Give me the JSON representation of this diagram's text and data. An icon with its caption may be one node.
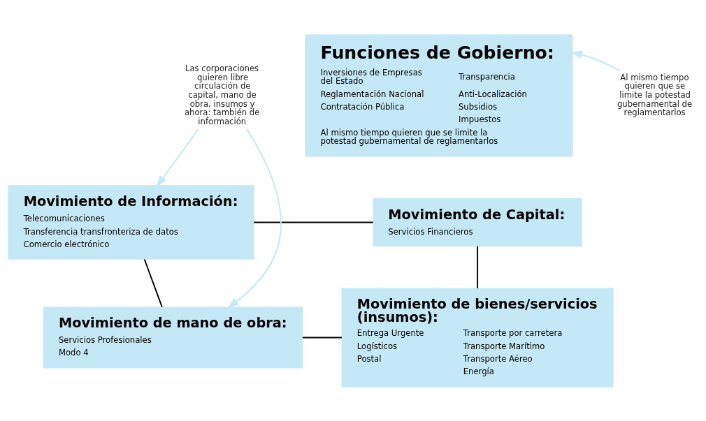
{
  "diagram": {
    "nodes": [
      {
        "text": [
          "Movimiento de Información:",
          "Telecomunicaciones",
          "Transferencia transfronteriza de datos",
          "Comercio electrónico"
        ]
      },
      {
        "text": [
          "Movimiento de Capital:",
          "Servicios Financieros"
        ]
      },
      {
        "text": [
          "Funciones de Gobierno:",
          "Inversiones de Empresas del Estado",
          "Reglamentación Nacional",
          "Contratación Pública",
          "Transparencia",
          "Anti-Localización",
          "Subsidios",
          "Impuestos",
          "Al mismo tiempo quieren que se limite la potestad gubernamental de reglamentarlos"
        ]
      },
      {
        "text": [
          "Las corporaciones quieren libre circulación de capital, mano de obra, insumos y ahora: también de información"
        ]
      },
      {
        "text": [
          "Al mismo tiempo quieren que se limite la potestad gubernamental de reglamentarlos"
        ]
      },
      {
        "text": [
          "Movimiento de mano de obra:",
          "Servicios Profesionales",
          "Modo 4"
        ]
      },
      {
        "text": [
          "Movimiento de bienes/servicios (insumos):",
          "Entrega Urgente",
          "Logísticos",
          "Postal",
          "Transporte por carretera",
          "Transporte Marítimo",
          "Transporte Aéreo",
          "Energía"
        ]
      }
    ],
    "edges": [
      {
        "from": 0,
        "to": 1,
        "arrow": "none"
      },
      {
        "from": 0,
        "to": 5,
        "arrow": "none"
      },
      {
        "from": 1,
        "to": 6,
        "arrow": "none"
      },
      {
        "from": 5,
        "to": 6,
        "arrow": "none"
      },
      {
        "from": 3,
        "to": 0,
        "arrow": "to",
        "color": "#c5e8f7"
      },
      {
        "from": 3,
        "to": 5,
        "arrow": "to",
        "color": "#c5e8f7"
      },
      {
        "from": 4,
        "to": 2,
        "arrow": "to",
        "color": "#c5e8f7"
      }
    ]
  }
}
